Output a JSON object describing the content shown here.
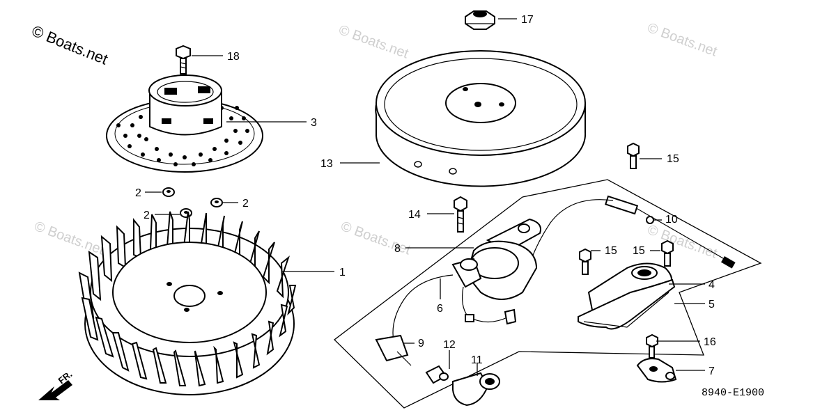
{
  "watermark": {
    "main": "© Boats.net",
    "faint": "© Boats.net"
  },
  "callouts": {
    "c1": "1",
    "c2a": "2",
    "c2b": "2",
    "c2c": "2",
    "c3": "3",
    "c4": "4",
    "c5": "5",
    "c6": "6",
    "c7": "7",
    "c8": "8",
    "c9": "9",
    "c10": "10",
    "c11": "11",
    "c12": "12",
    "c13": "13",
    "c14": "14",
    "c15a": "15",
    "c15b": "15",
    "c15c": "15",
    "c16": "16",
    "c17": "17",
    "c18": "18"
  },
  "direction_label": "FR.",
  "diagram_code": "8940-E1900"
}
